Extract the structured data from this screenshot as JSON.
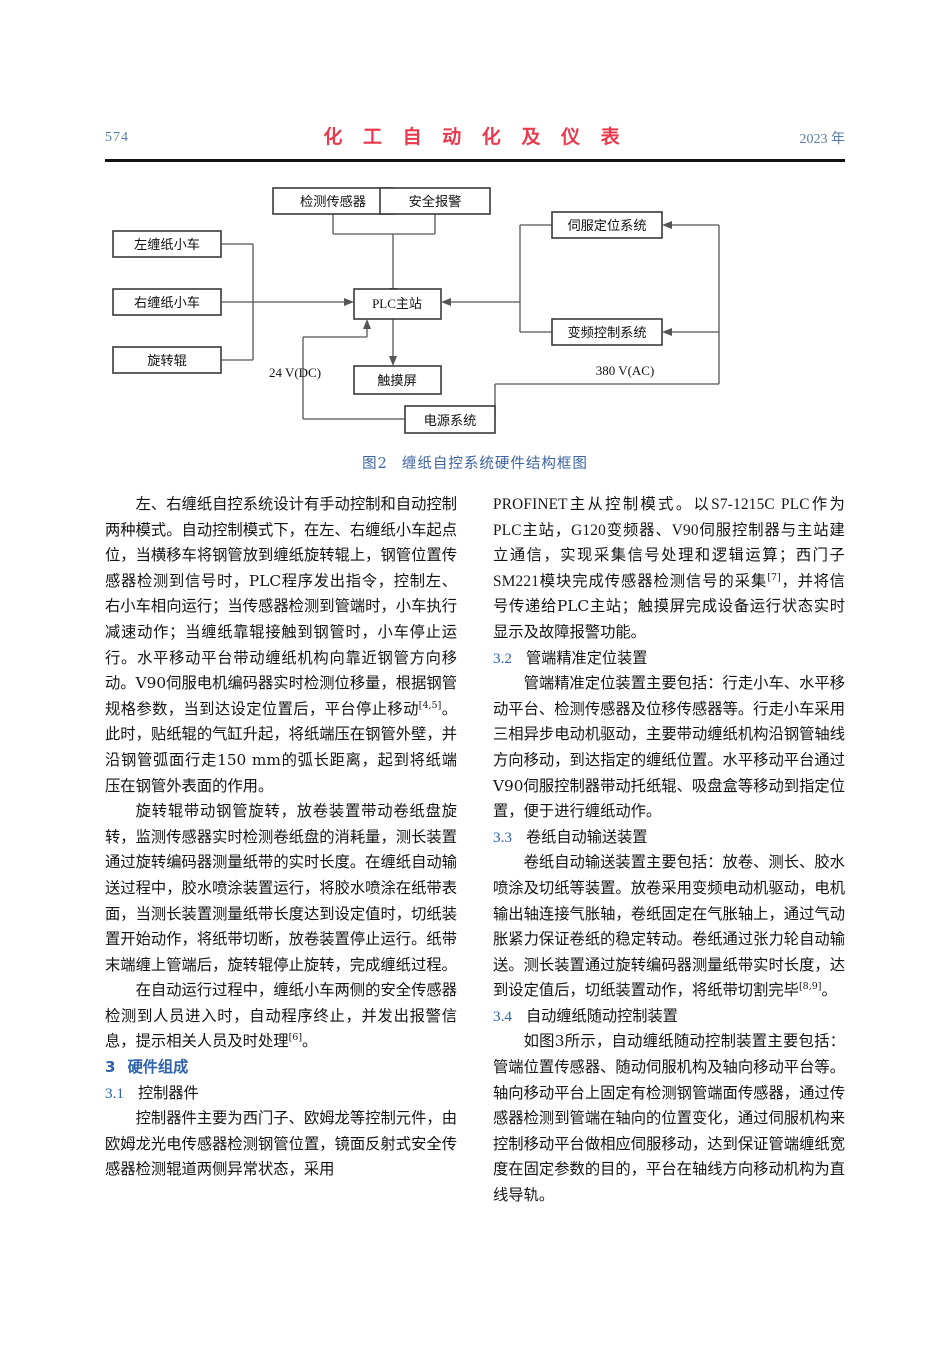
{
  "header": {
    "page_number": "574",
    "journal_title": "化 工 自 动 化 及 仪 表",
    "year": "2023 年"
  },
  "figure": {
    "caption_number": "图2",
    "caption_text": "缠纸自控系统硬件结构框图",
    "nodes": {
      "detect_sensor": "检测传感器",
      "safety_alarm": "安全报警",
      "left_cart": "左缠纸小车",
      "right_cart": "右缠纸小车",
      "rotating_roller": "旋转辊",
      "plc_master": "PLC主站",
      "touch_screen": "触摸屏",
      "power_system": "电源系统",
      "servo_positioning": "伺服定位系统",
      "vfd_control": "变频控制系统"
    },
    "labels": {
      "dc_24v": "24 V(DC)",
      "ac_380v": "380 V(AC)"
    }
  },
  "left_column": {
    "para1": "左、右缠纸自控系统设计有手动控制和自动控制两种模式。自动控制模式下，在左、右缠纸小车起点位，当横移车将钢管放到缠纸旋转辊上，钢管位置传感器检测到信号时，PLC程序发出指令，控制左、右小车相向运行；当传感器检测到管端时，小车执行减速动作；当缠纸靠辊接触到钢管时，小车停止运行。水平移动平台带动缠纸机构向靠近钢管方向移动。V90伺服电机编码器实时检测位移量，根据钢管规格参数，当到达设定位置后，平台停止移动",
    "para1_ref": "[4,5]",
    "para1_tail": "。此时，贴纸辊的气缸升起，将纸端压在钢管外壁，并沿钢管弧面行走150 mm的弧长距离，起到将纸端压在钢管外表面的作用。",
    "para2": "旋转辊带动钢管旋转，放卷装置带动卷纸盘旋转，监测传感器实时检测卷纸盘的消耗量，测长装置通过旋转编码器测量纸带的实时长度。在缠纸自动输送过程中，胶水喷涂装置运行，将胶水喷涂在纸带表面，当测长装置测量纸带长度达到设定值时，切纸装置开始动作，将纸带切断，放卷装置停止运行。纸带末端缠上管端后，旋转辊停止旋转，完成缠纸过程。",
    "para3": "在自动运行过程中，缠纸小车两侧的安全传感器检测到人员进入时，自动程序终止，并发出报警信息，提示相关人员及时处理",
    "para3_ref": "[6]",
    "para3_tail": "。",
    "heading_3_num": "3",
    "heading_3_text": "硬件组成",
    "heading_31_num": "3.1",
    "heading_31_text": "控制器件",
    "para4": "控制器件主要为西门子、欧姆龙等控制元件，由欧姆龙光电传感器检测钢管位置，镜面反射式安全传感器检测辊道两侧异常状态，采用"
  },
  "right_column": {
    "para1": "PROFINET主从控制模式。以S7-1215C PLC作为PLC主站，G120变频器、V90伺服控制器与主站建立通信，实现采集信号处理和逻辑运算；西门子SM221模块完成传感器检测信号的采集",
    "para1_ref": "[7]",
    "para1_tail": "，并将信号传递给PLC主站；触摸屏完成设备运行状态实时显示及故障报警功能。",
    "heading_32_num": "3.2",
    "heading_32_text": "管端精准定位装置",
    "para2": "管端精准定位装置主要包括：行走小车、水平移动平台、检测传感器及位移传感器等。行走小车采用三相异步电动机驱动，主要带动缠纸机构沿钢管轴线方向移动，到达指定的缠纸位置。水平移动平台通过V90伺服控制器带动托纸辊、吸盘盒等移动到指定位置，便于进行缠纸动作。",
    "heading_33_num": "3.3",
    "heading_33_text": "卷纸自动输送装置",
    "para3": "卷纸自动输送装置主要包括：放卷、测长、胶水喷涂及切纸等装置。放卷采用变频电动机驱动，电机输出轴连接气胀轴，卷纸固定在气胀轴上，通过气动胀紧力保证卷纸的稳定转动。卷纸通过张力轮自动输送。测长装置通过旋转编码器测量纸带实时长度，达到设定值后，切纸装置动作，将纸带切割完毕",
    "para3_ref": "[8,9]",
    "para3_tail": "。",
    "heading_34_num": "3.4",
    "heading_34_text": "自动缠纸随动控制装置",
    "para4": "如图3所示，自动缠纸随动控制装置主要包括：管端位置传感器、随动伺服机构及轴向移动平台等。轴向移动平台上固定有检测钢管端面传感器，通过传感器检测到管端在轴向的位置变化，通过伺服机构来控制移动平台做相应伺服移动，达到保证管端缠纸宽度在固定参数的目的，平台在轴线方向移动机构为直线导轨。"
  },
  "colors": {
    "title_red": "#e8394d",
    "heading_blue": "#2f62ad",
    "caption_blue": "#3c63a5",
    "page_number_blue": "#5b7ba6"
  }
}
